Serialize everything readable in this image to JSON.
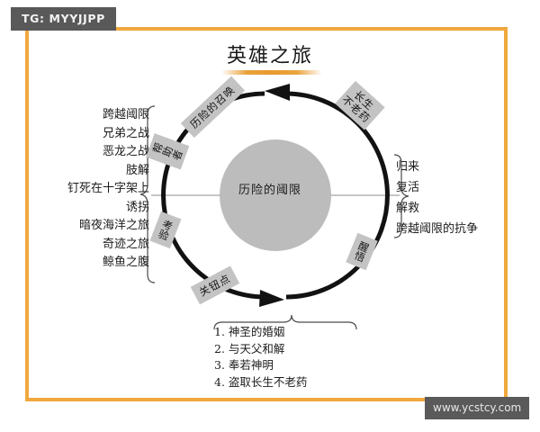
{
  "badge": {
    "label": "TG: MYYJJPP"
  },
  "watermark": {
    "label": "www.ycstcy.com"
  },
  "title": {
    "text": "英雄之旅"
  },
  "diagram": {
    "center_label": "历险的阈限",
    "ribbons": {
      "call_to_adventure": "历险的召唤",
      "helper": "帮助者",
      "elixir_line1": "长生",
      "elixir_line2": "不老药",
      "awakening": "醒悟",
      "trial": "考验",
      "key_point": "关钮点"
    },
    "left_items": [
      "跨越阈限",
      "兄弟之战",
      "恶龙之战",
      "肢解",
      "钉死在十字架上",
      "诱拐",
      "暗夜海洋之旅",
      "奇迹之旅",
      "鲸鱼之腹"
    ],
    "right_items": [
      "归来",
      "复活",
      "解救",
      "跨越阈限的抗争"
    ],
    "bottom_items": [
      "1. 神圣的婚姻",
      "2. 与天父和解",
      "3. 奉若神明",
      "4. 盗取长生不老药"
    ]
  },
  "colors": {
    "frame_orange": "#f0a83e",
    "badge_gray": "#595959",
    "watermark_gray": "#5a5a5a",
    "ring_black": "#121212",
    "inner_circle_gray": "#b9b9b9",
    "ribbon_gray": "#c3c3c3",
    "text_black": "#1c1c1c"
  }
}
